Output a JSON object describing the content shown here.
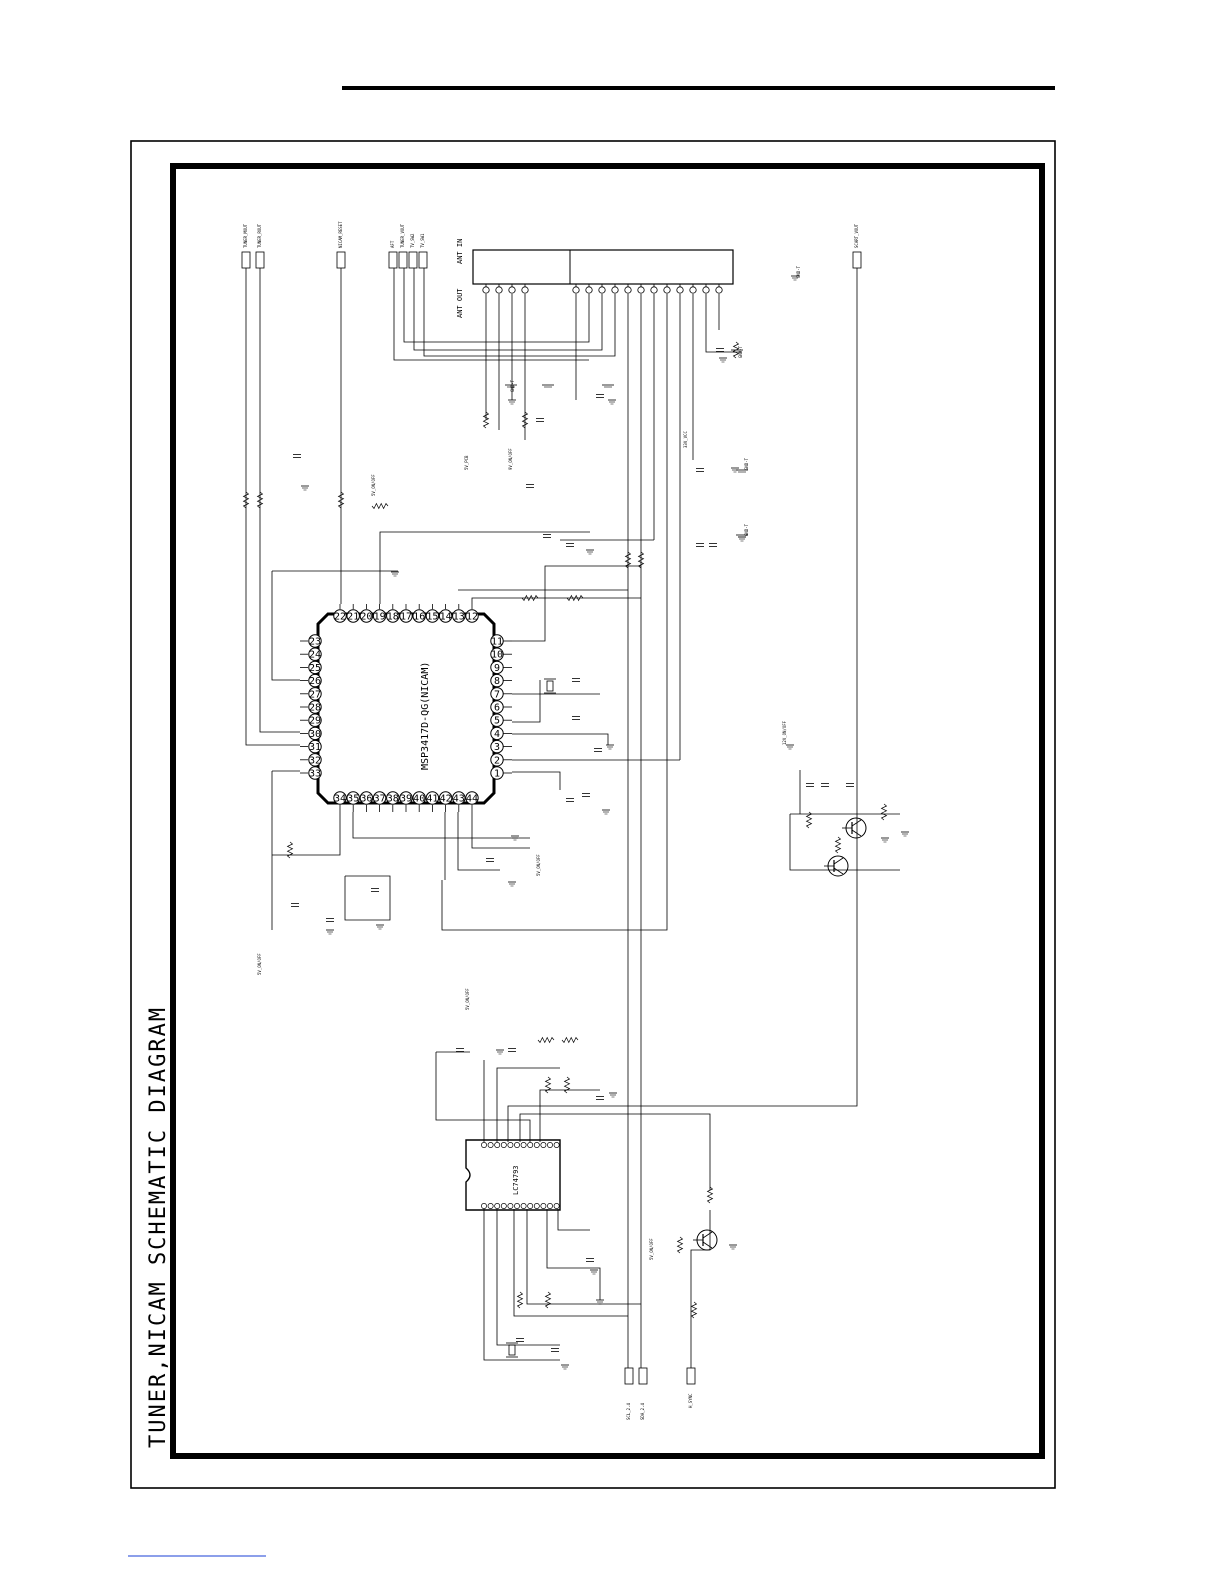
{
  "page": {
    "title": "TUNER,NICAM  SCHEMATIC  DIAGRAM",
    "footer_link": ""
  },
  "ics": {
    "msp": {
      "label": "MSP3417D-QG(NICAM)"
    },
    "lc": {
      "label": "LC74793"
    }
  },
  "tuner": {
    "ant_out": "ANT OUT",
    "ant_in": "ANT IN"
  },
  "connectors": {
    "tuner_mout": "TUNER_MOUT",
    "tuner_rout": "TUNER_ROUT",
    "nicam_reset": "NICAM_RESET",
    "aft": "AFT",
    "tuner_vout": "TUNER_VOUT",
    "tv_sw2": "TV_SW2",
    "tv_sw1": "TV_SW1",
    "scart_vout": "SCART_VOUT",
    "scl": "SCL_2.4",
    "sda": "SDA_2.4",
    "h_sync": "H_SYNC"
  },
  "net_labels": {
    "v5_on_off": "5V_ON/OFF",
    "v5_pcb": "5V_PCB",
    "v9_on_off": "9V_ON/OFF",
    "v12_on_off": "12V_ON/OFF",
    "v33_vcc": "33V_VCC",
    "gnd": "GND-T"
  },
  "pin_numbers": {
    "top": [
      "22",
      "21",
      "20",
      "19",
      "18",
      "17",
      "16",
      "15",
      "14",
      "13",
      "12"
    ],
    "right": [
      "11",
      "10",
      "9",
      "8",
      "7",
      "6",
      "5",
      "4",
      "3",
      "2",
      "1"
    ],
    "bottom": [
      "34",
      "35",
      "36",
      "37",
      "38",
      "39",
      "40",
      "41",
      "42",
      "43",
      "44"
    ],
    "left": [
      "23",
      "24",
      "25",
      "26",
      "27",
      "28",
      "29",
      "30",
      "31",
      "32",
      "33"
    ]
  }
}
